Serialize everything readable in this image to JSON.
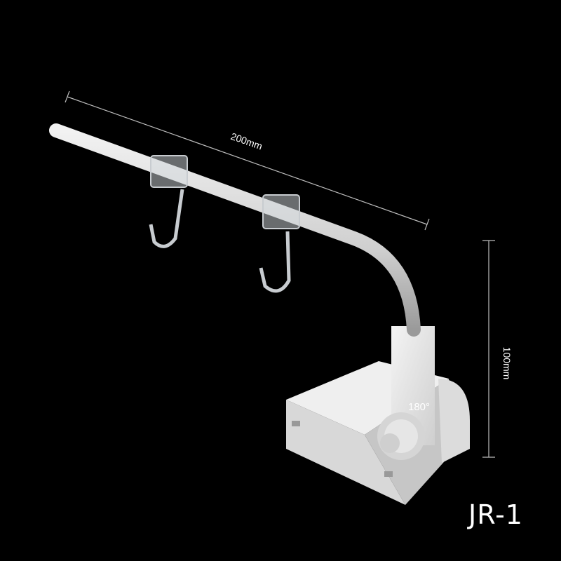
{
  "product": {
    "model": "JR-1",
    "dimensions": {
      "length_label": "200mm",
      "height_label": "100mm",
      "rotation_label": "180°"
    },
    "colors": {
      "background": "#000000",
      "product_body": "#e4e4e4",
      "dimension_lines": "#bdbdbd",
      "hooks": "#c8ccd0"
    }
  }
}
